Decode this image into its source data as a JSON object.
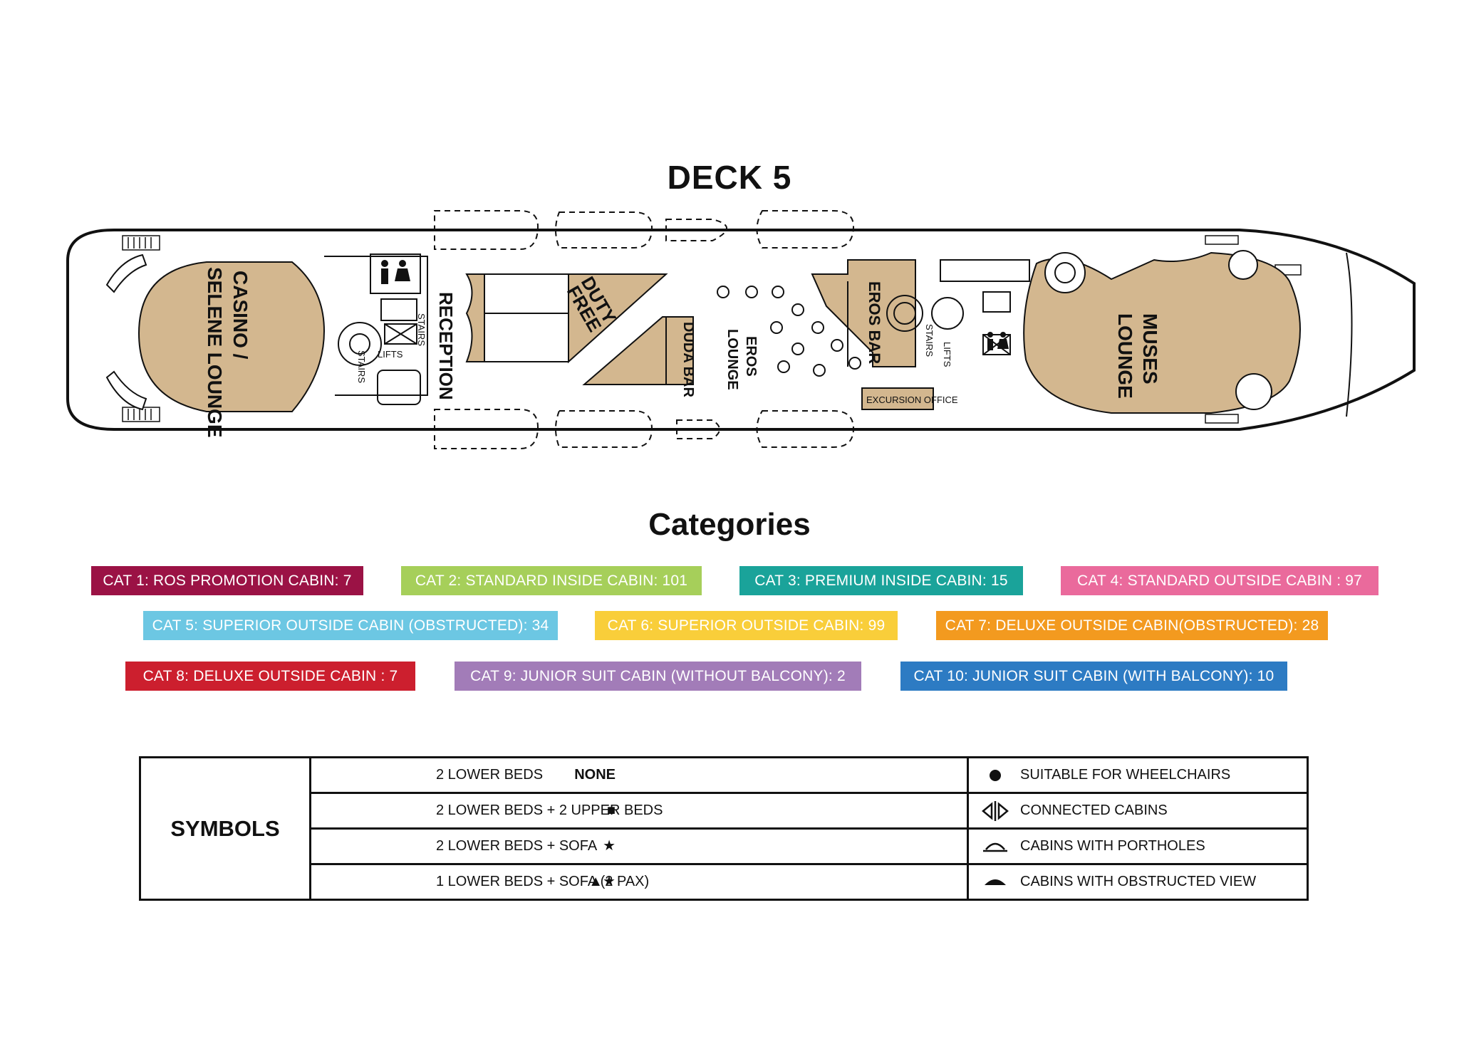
{
  "deck_title": "DECK 5",
  "rooms": {
    "casino_line1": "CASINO /",
    "casino_line2": "SELENE LOUNGE",
    "reception": "RECEPTION",
    "duty_line1": "DUTY",
    "duty_line2": "FREE",
    "duda_bar": "DUDA BAR",
    "eros_line1": "EROS",
    "eros_line2": "LOUNGE",
    "eros_bar": "EROS BAR",
    "muses_line1": "MUSES",
    "muses_line2": "LOUNGE",
    "excursion_office": "EXCURSION OFFICE",
    "stairs": "STAIRS",
    "lifts": "LIFTS"
  },
  "categories_title": "Categories",
  "categories": [
    {
      "label": "CAT 1: ROS PROMOTION CABIN: 7",
      "color": "#9b1245"
    },
    {
      "label": "CAT 2: STANDARD INSIDE CABIN: 101",
      "color": "#a6cf5a"
    },
    {
      "label": "CAT 3: PREMIUM INSIDE CABIN: 15",
      "color": "#1aa39a"
    },
    {
      "label": "CAT 4: STANDARD OUTSIDE CABIN : 97",
      "color": "#ea6a9c"
    },
    {
      "label": "CAT 5: SUPERIOR OUTSIDE CABIN (OBSTRUCTED): 34",
      "color": "#6cc7e3"
    },
    {
      "label": "CAT 6: SUPERIOR OUTSIDE CABIN: 99",
      "color": "#f9ce3a"
    },
    {
      "label": "CAT 7: DELUXE OUTSIDE CABIN(OBSTRUCTED): 28",
      "color": "#f39a1f"
    },
    {
      "label": "CAT 8: DELUXE OUTSIDE CABIN : 7",
      "color": "#cc1f2e"
    },
    {
      "label": "CAT 9: JUNIOR SUIT CABIN (WITHOUT BALCONY): 2",
      "color": "#a27cb8"
    },
    {
      "label": "CAT 10: JUNIOR SUIT CABIN (WITH BALCONY): 10",
      "color": "#2d7bc3"
    }
  ],
  "symbols": {
    "title": "SYMBOLS",
    "rows": [
      {
        "mark": "NONE",
        "desc": "2 LOWER BEDS",
        "icon": "circle-icon",
        "desc2": "SUITABLE FOR WHEELCHAIRS"
      },
      {
        "mark": "■",
        "desc": "2 LOWER BEDS + 2 UPPER BEDS",
        "icon": "connected-cabins-icon",
        "desc2": "CONNECTED CABINS"
      },
      {
        "mark": "★",
        "desc": "2 LOWER BEDS + SOFA",
        "icon": "porthole-icon",
        "desc2": "CABINS WITH PORTHOLES"
      },
      {
        "mark": "▲★",
        "desc": "1 LOWER BEDS + SOFA (2 PAX)",
        "icon": "obstructed-view-icon",
        "desc2": "CABINS WITH OBSTRUCTED VIEW"
      }
    ]
  }
}
